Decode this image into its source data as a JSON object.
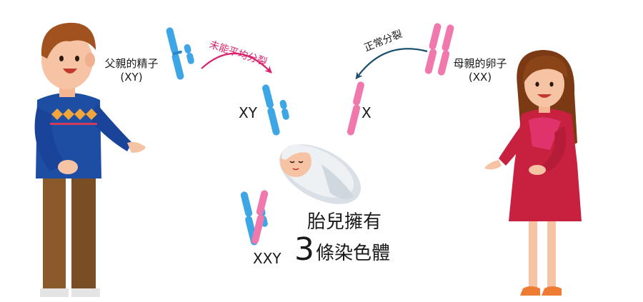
{
  "father": {
    "label_line1": "父親的精子",
    "label_line2": "(XY)"
  },
  "mother": {
    "label_line1": "母親的卵子",
    "label_line2": "(XX)"
  },
  "arrows": {
    "father": {
      "label": "未能平均分裂",
      "color": "#d6246e"
    },
    "mother": {
      "label": "正常分裂",
      "color": "#1d4e6e"
    }
  },
  "gametes": {
    "father": "XY",
    "mother": "X"
  },
  "baby": {
    "genotype": "XXY",
    "caption_line1": "胎兒擁有",
    "caption_number": "3",
    "caption_line2": "條染色體"
  },
  "colors": {
    "blue": "#3fa6e6",
    "pink": "#f178ad",
    "dark_blue": "#2a86c9",
    "dark_pink": "#d85a93"
  }
}
